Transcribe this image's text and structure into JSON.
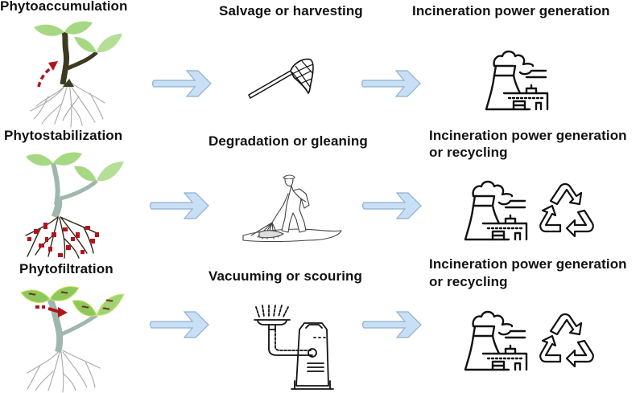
{
  "rows": [
    {
      "method": "Phytoaccumulation",
      "treatment": "Salvage or harvesting",
      "disposal_line1": "Incineration power generation",
      "disposal_line2": "",
      "treatment_icon": "butterfly-net-icon",
      "disposal_icons": [
        "power-plant-icon"
      ]
    },
    {
      "method": "Phytostabilization",
      "treatment": "Degradation or gleaning",
      "disposal_line1": "Incineration power generation",
      "disposal_line2": "or recycling",
      "treatment_icon": "person-raking-icon",
      "disposal_icons": [
        "power-plant-icon",
        "recycle-icon"
      ]
    },
    {
      "method": "Phytofiltration",
      "treatment": "Vacuuming or scouring",
      "disposal_line1": "Incineration power generation",
      "disposal_line2": "or recycling",
      "treatment_icon": "vacuum-cleaner-icon",
      "disposal_icons": [
        "power-plant-icon",
        "recycle-icon"
      ]
    }
  ],
  "colors": {
    "leaf": "#9fd37a",
    "leaf_dark": "#7cc04f",
    "stem_dark": "#3d3a22",
    "stem_teal": "#9fb7ad",
    "contaminant_red": "#b3141c",
    "arrow_fill": "#c9dff5",
    "arrow_stroke": "#8fb0cf",
    "root": "#a9a9a9",
    "line_icon": "#111111"
  }
}
